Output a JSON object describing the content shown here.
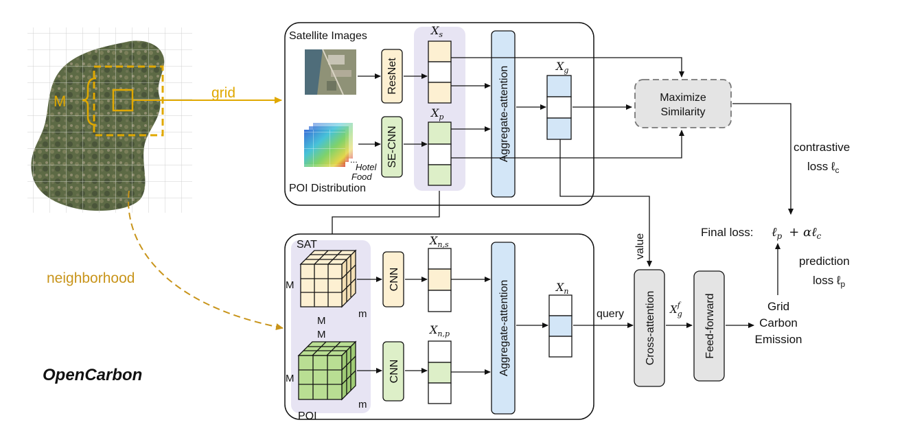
{
  "colors": {
    "accent_gold": "#E0A800",
    "accent_dark_gold": "#C8941A",
    "cream": "#FDF0D2",
    "green": "#DDEFC8",
    "blue": "#D3E6F7",
    "lavender": "#E7E4F3",
    "gray_box": "#E4E4E4"
  },
  "left": {
    "brand": "OpenCarbon",
    "map_label": "M",
    "grid_label": "grid",
    "neighborhood_label": "neighborhood"
  },
  "top_panel": {
    "satellite_label": "Satellite Images",
    "poi_label": "POI Distribution",
    "resnet": "ResNet",
    "secnn": "SE-CNN",
    "heatmap_dots": "...",
    "hotel": "Hotel",
    "food": "Food",
    "xs": "X",
    "xs_sub": "s",
    "xp": "X",
    "xp_sub": "p",
    "aggregate": "Aggregate-attention",
    "xg": "X",
    "xg_sub": "g"
  },
  "bottom_panel": {
    "sat_label": "SAT",
    "poi_label": "POI",
    "cube_m_left": "M",
    "cube_m_bottom": "M",
    "cube_m_depth": "m",
    "cube2_m_left": "M",
    "cube2_m_top": "M",
    "cube2_m_depth": "m",
    "cnn_top": "CNN",
    "cnn_bottom": "CNN",
    "xns": "X",
    "xns_sub": "n,s",
    "xnp": "X",
    "xnp_sub": "n,p",
    "aggregate": "Aggregate-attention",
    "xn": "X",
    "xn_sub": "n"
  },
  "right": {
    "maximize_line1": "Maximize",
    "maximize_line2": "Similarity",
    "contrastive_line1": "contrastive",
    "contrastive_line2": "loss ℓ",
    "contrastive_sub": "c",
    "final_loss_label": "Final loss:",
    "final_loss_lp": "ℓ",
    "final_loss_lp_sub": "p",
    "final_loss_rest": "+ αℓ",
    "final_loss_rest_sub": "c",
    "prediction_line1": "prediction",
    "prediction_line2": "loss ℓ",
    "prediction_sub": "p",
    "value": "value",
    "query": "query",
    "cross_attention": "Cross-attention",
    "xgf": "X",
    "xgf_sub": "g",
    "xgf_sup": "f",
    "feed_forward": "Feed-forward",
    "output_line1": "Grid",
    "output_line2": "Carbon",
    "output_line3": "Emission"
  }
}
